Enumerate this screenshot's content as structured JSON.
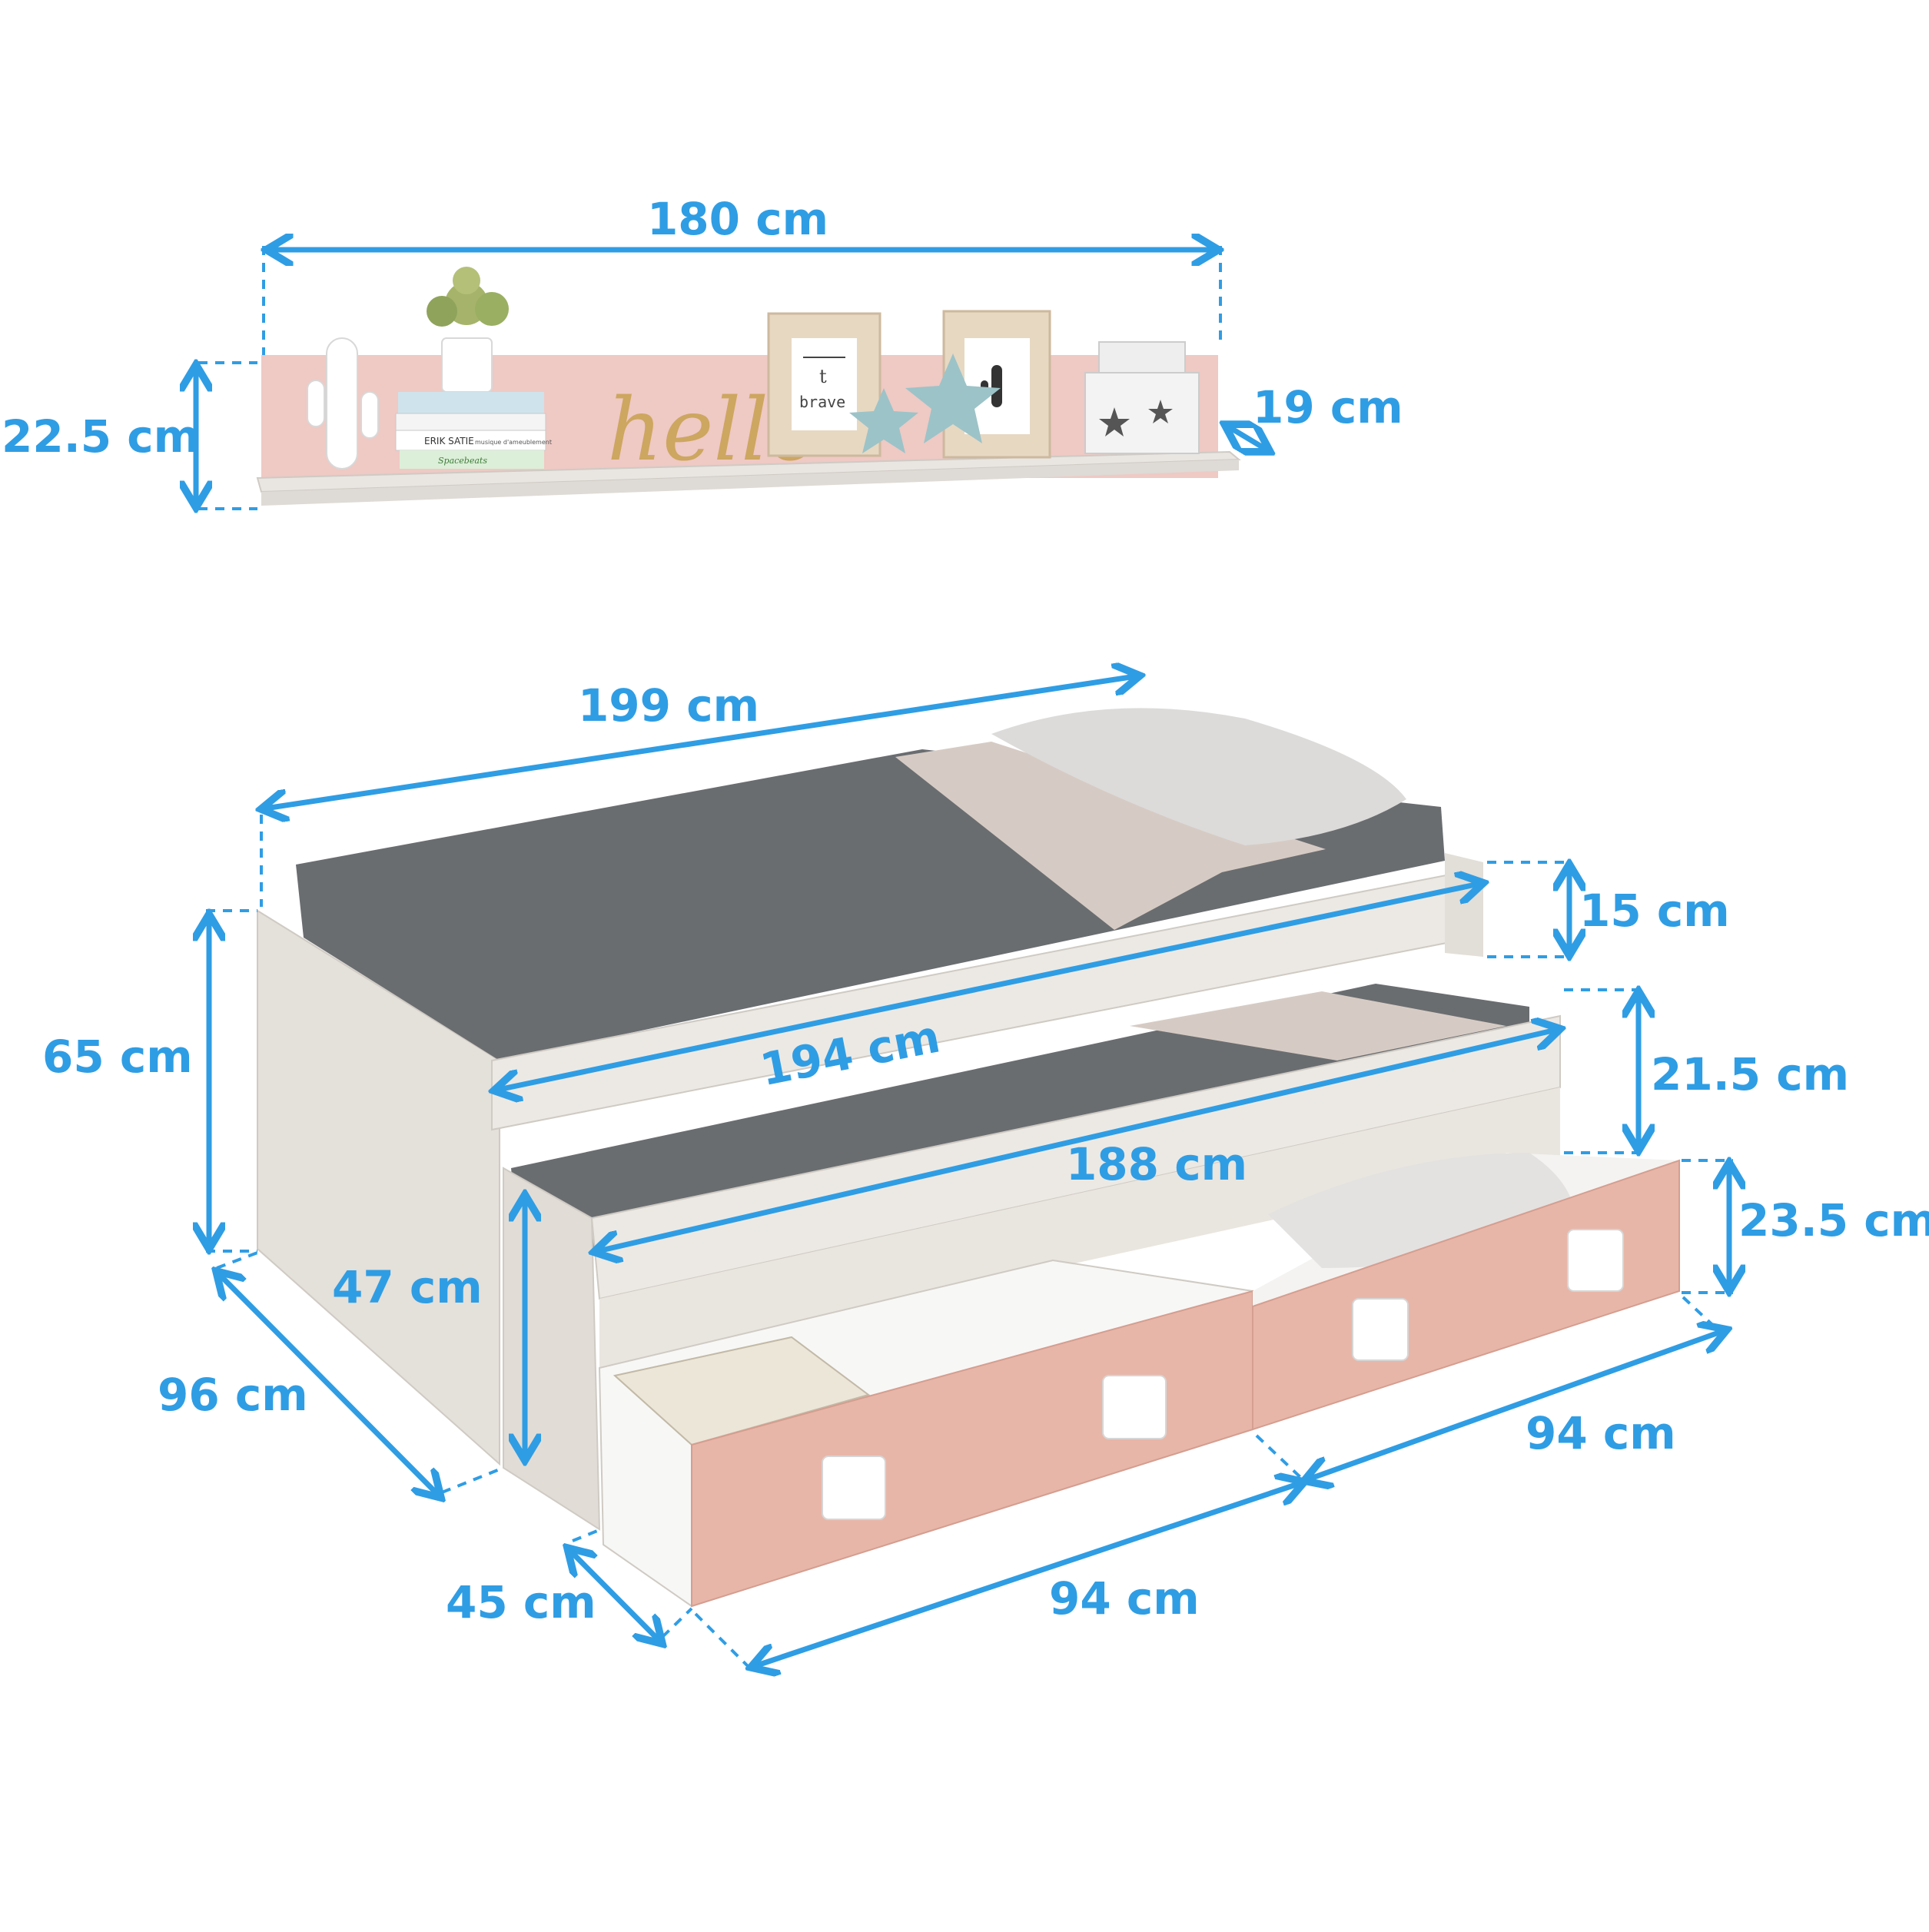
{
  "colors": {
    "dimension": "#2f9de4",
    "shelf_back": "#efc9c4",
    "shelf_board": "#e9e6e2",
    "wood": "#ece9e4",
    "wood_shadow": "#d9d5cf",
    "mattress": "#6a6d70",
    "pillow": "#dcdbda",
    "sheet": "#d6cbc4",
    "drawer_front": "#e8b6a8",
    "handle": "#ffffff"
  },
  "shelf": {
    "decor_text": {
      "word": "hello",
      "book_title": "ERIK SATIE",
      "book_sub": "musique d'ameublement",
      "book_two": "Spacebeats",
      "frame_text": "brave",
      "frame_letter": "t"
    },
    "dimensions": {
      "width": "180 cm",
      "height": "22.5 cm",
      "depth": "19 cm"
    }
  },
  "bed": {
    "dimensions": {
      "length": "199 cm",
      "height": "65 cm",
      "mattress_top": "15 cm",
      "inner_length": "194 cm",
      "trundle_height": "21.5 cm",
      "trundle_length": "188 cm",
      "trundle_total": "47 cm",
      "drawer_height": "23.5 cm",
      "depth": "96 cm",
      "drawer_depth": "45 cm",
      "drawer_left_width": "94 cm",
      "drawer_right_width": "94 cm"
    }
  }
}
